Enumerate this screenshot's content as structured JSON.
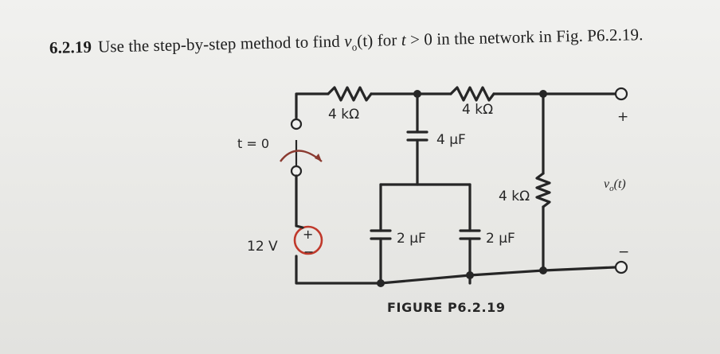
{
  "problem": {
    "number": "6.2.19",
    "text_before": "Use the step-by-step method to find ",
    "variable": "v",
    "subscript": "o",
    "text_mid": "(t) for ",
    "t_var": "t",
    "text_after": " > 0 in the network in Fig. P6.2.19."
  },
  "circuit": {
    "switch_label": "t = 0",
    "source_label": "12 V",
    "source_plus": "+",
    "source_minus": "−",
    "r1_label": "4 kΩ",
    "r2_label": "4 kΩ",
    "r3_label": "4 kΩ",
    "c1_label": "4 µF",
    "c2_label": "2 µF",
    "c3_label": "2 µF",
    "out_plus": "+",
    "out_minus": "−",
    "out_label_v": "v",
    "out_label_sub": "o",
    "out_label_rest": "(t)"
  },
  "caption": "FIGURE P6.2.19",
  "colors": {
    "wire": "#262626",
    "switch_arrow": "#8a3a30",
    "source_circle": "#c0392b"
  }
}
